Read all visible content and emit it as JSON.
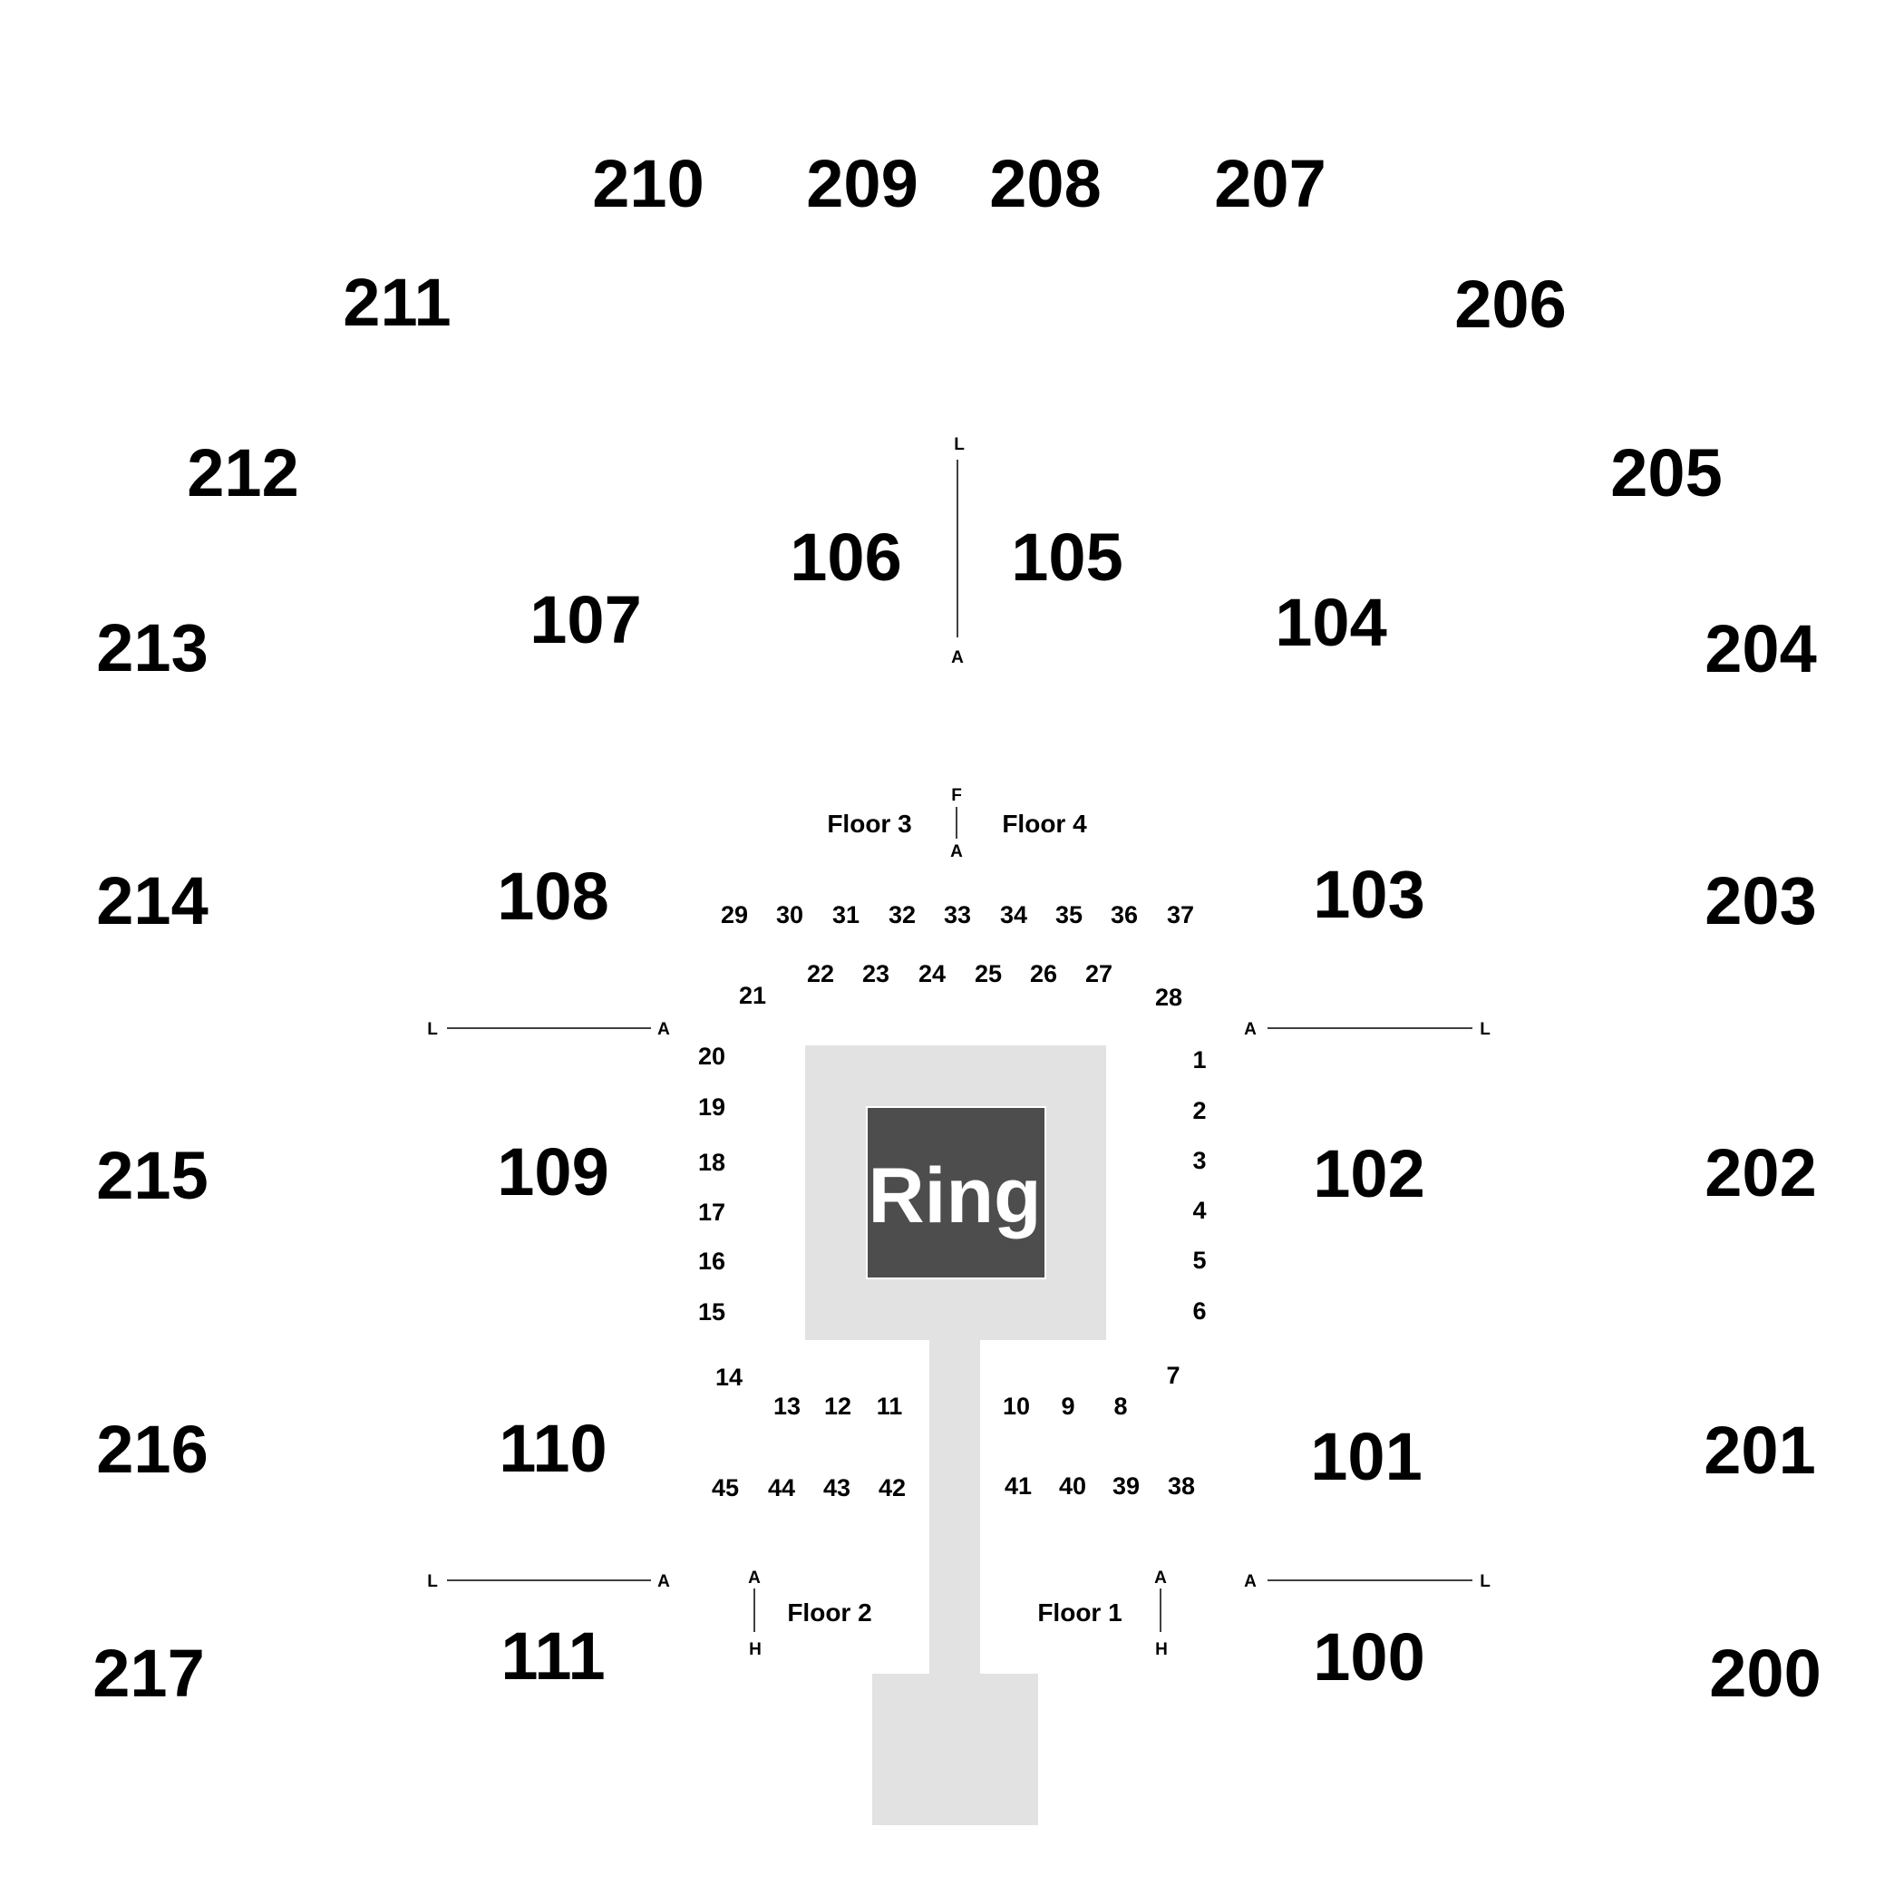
{
  "venue_map": {
    "colors": {
      "background": "#ffffff",
      "stage_fill": "#e2e2e2",
      "ring_fill": "#4d4d4d",
      "ring_border": "#ffffff",
      "ring_text": "#ffffff",
      "text": "#000000"
    },
    "ring_label": "Ring",
    "floor_labels": [
      "Floor 1",
      "Floor 2",
      "Floor 3",
      "Floor 4"
    ],
    "upper_sections": [
      "200",
      "201",
      "202",
      "203",
      "204",
      "205",
      "206",
      "207",
      "208",
      "209",
      "210",
      "211",
      "212",
      "213",
      "214",
      "215",
      "216",
      "217"
    ],
    "lower_sections": [
      "100",
      "101",
      "102",
      "103",
      "104",
      "105",
      "106",
      "107",
      "108",
      "109",
      "110",
      "111"
    ],
    "floor_sections": [
      "1",
      "2",
      "3",
      "4",
      "5",
      "6",
      "7",
      "8",
      "9",
      "10",
      "11",
      "12",
      "13",
      "14",
      "15",
      "16",
      "17",
      "18",
      "19",
      "20",
      "21",
      "22",
      "23",
      "24",
      "25",
      "26",
      "27",
      "28",
      "29",
      "30",
      "31",
      "32",
      "33",
      "34",
      "35",
      "36",
      "37",
      "38",
      "39",
      "40",
      "41",
      "42",
      "43",
      "44",
      "45"
    ],
    "row_markers": [
      {
        "id": "top-105-106",
        "start": "L",
        "end": "A"
      },
      {
        "id": "floor-3-4",
        "start": "F",
        "end": "A"
      },
      {
        "id": "left-upper",
        "start": "L",
        "end": "A"
      },
      {
        "id": "right-upper",
        "start": "A",
        "end": "L"
      },
      {
        "id": "left-lower",
        "start": "L",
        "end": "A"
      },
      {
        "id": "right-lower",
        "start": "A",
        "end": "L"
      },
      {
        "id": "floor-2",
        "start": "A",
        "end": "H"
      },
      {
        "id": "floor-1",
        "start": "A",
        "end": "H"
      }
    ]
  }
}
